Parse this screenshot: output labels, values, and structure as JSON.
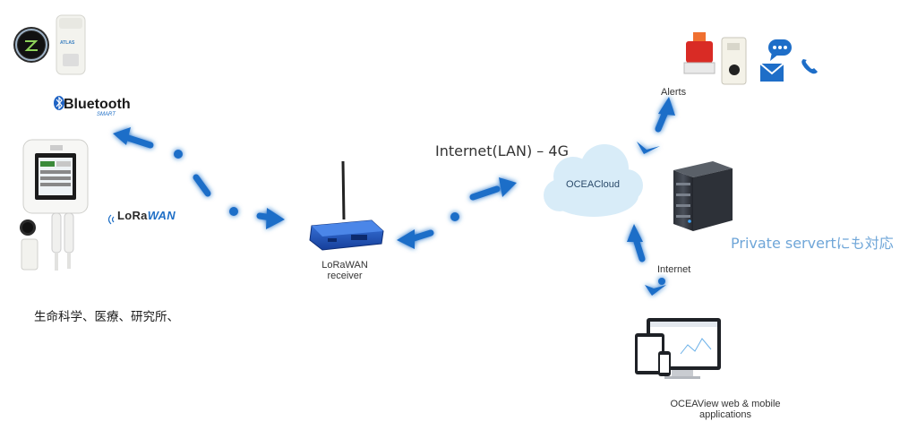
{
  "labels": {
    "bluetooth": "Bluetooth",
    "bluetooth_smart": "SMART",
    "lora_prefix": "LoRa",
    "lora_suffix": "WAN",
    "lorawan_receiver_line1": "LoRaWAN",
    "lorawan_receiver_line2": "receiver",
    "internet_lan": "Internet(LAN) – 4G",
    "oceacloud": "OCEACloud",
    "alerts": "Alerts",
    "internet": "Internet",
    "private_server": "Private servertにも対応",
    "oceaview_line1": "OCEAView web & mobile",
    "oceaview_line2": "applications",
    "industries": "生命科学、医療、研究所、",
    "atlas": "ATLAS"
  },
  "colors": {
    "arrow": "#1e6ec8",
    "cloud": "#d8ecf8",
    "router": "#1d4fb8",
    "private_text": "#6fa6d8"
  },
  "icons": [
    "bluetooth-icon",
    "lorawan-icon",
    "sensor-device",
    "router-icon",
    "cloud-icon",
    "server-icon",
    "siren-icon",
    "mail-icon",
    "phone-icon",
    "chat-icon",
    "devices-mockup"
  ]
}
